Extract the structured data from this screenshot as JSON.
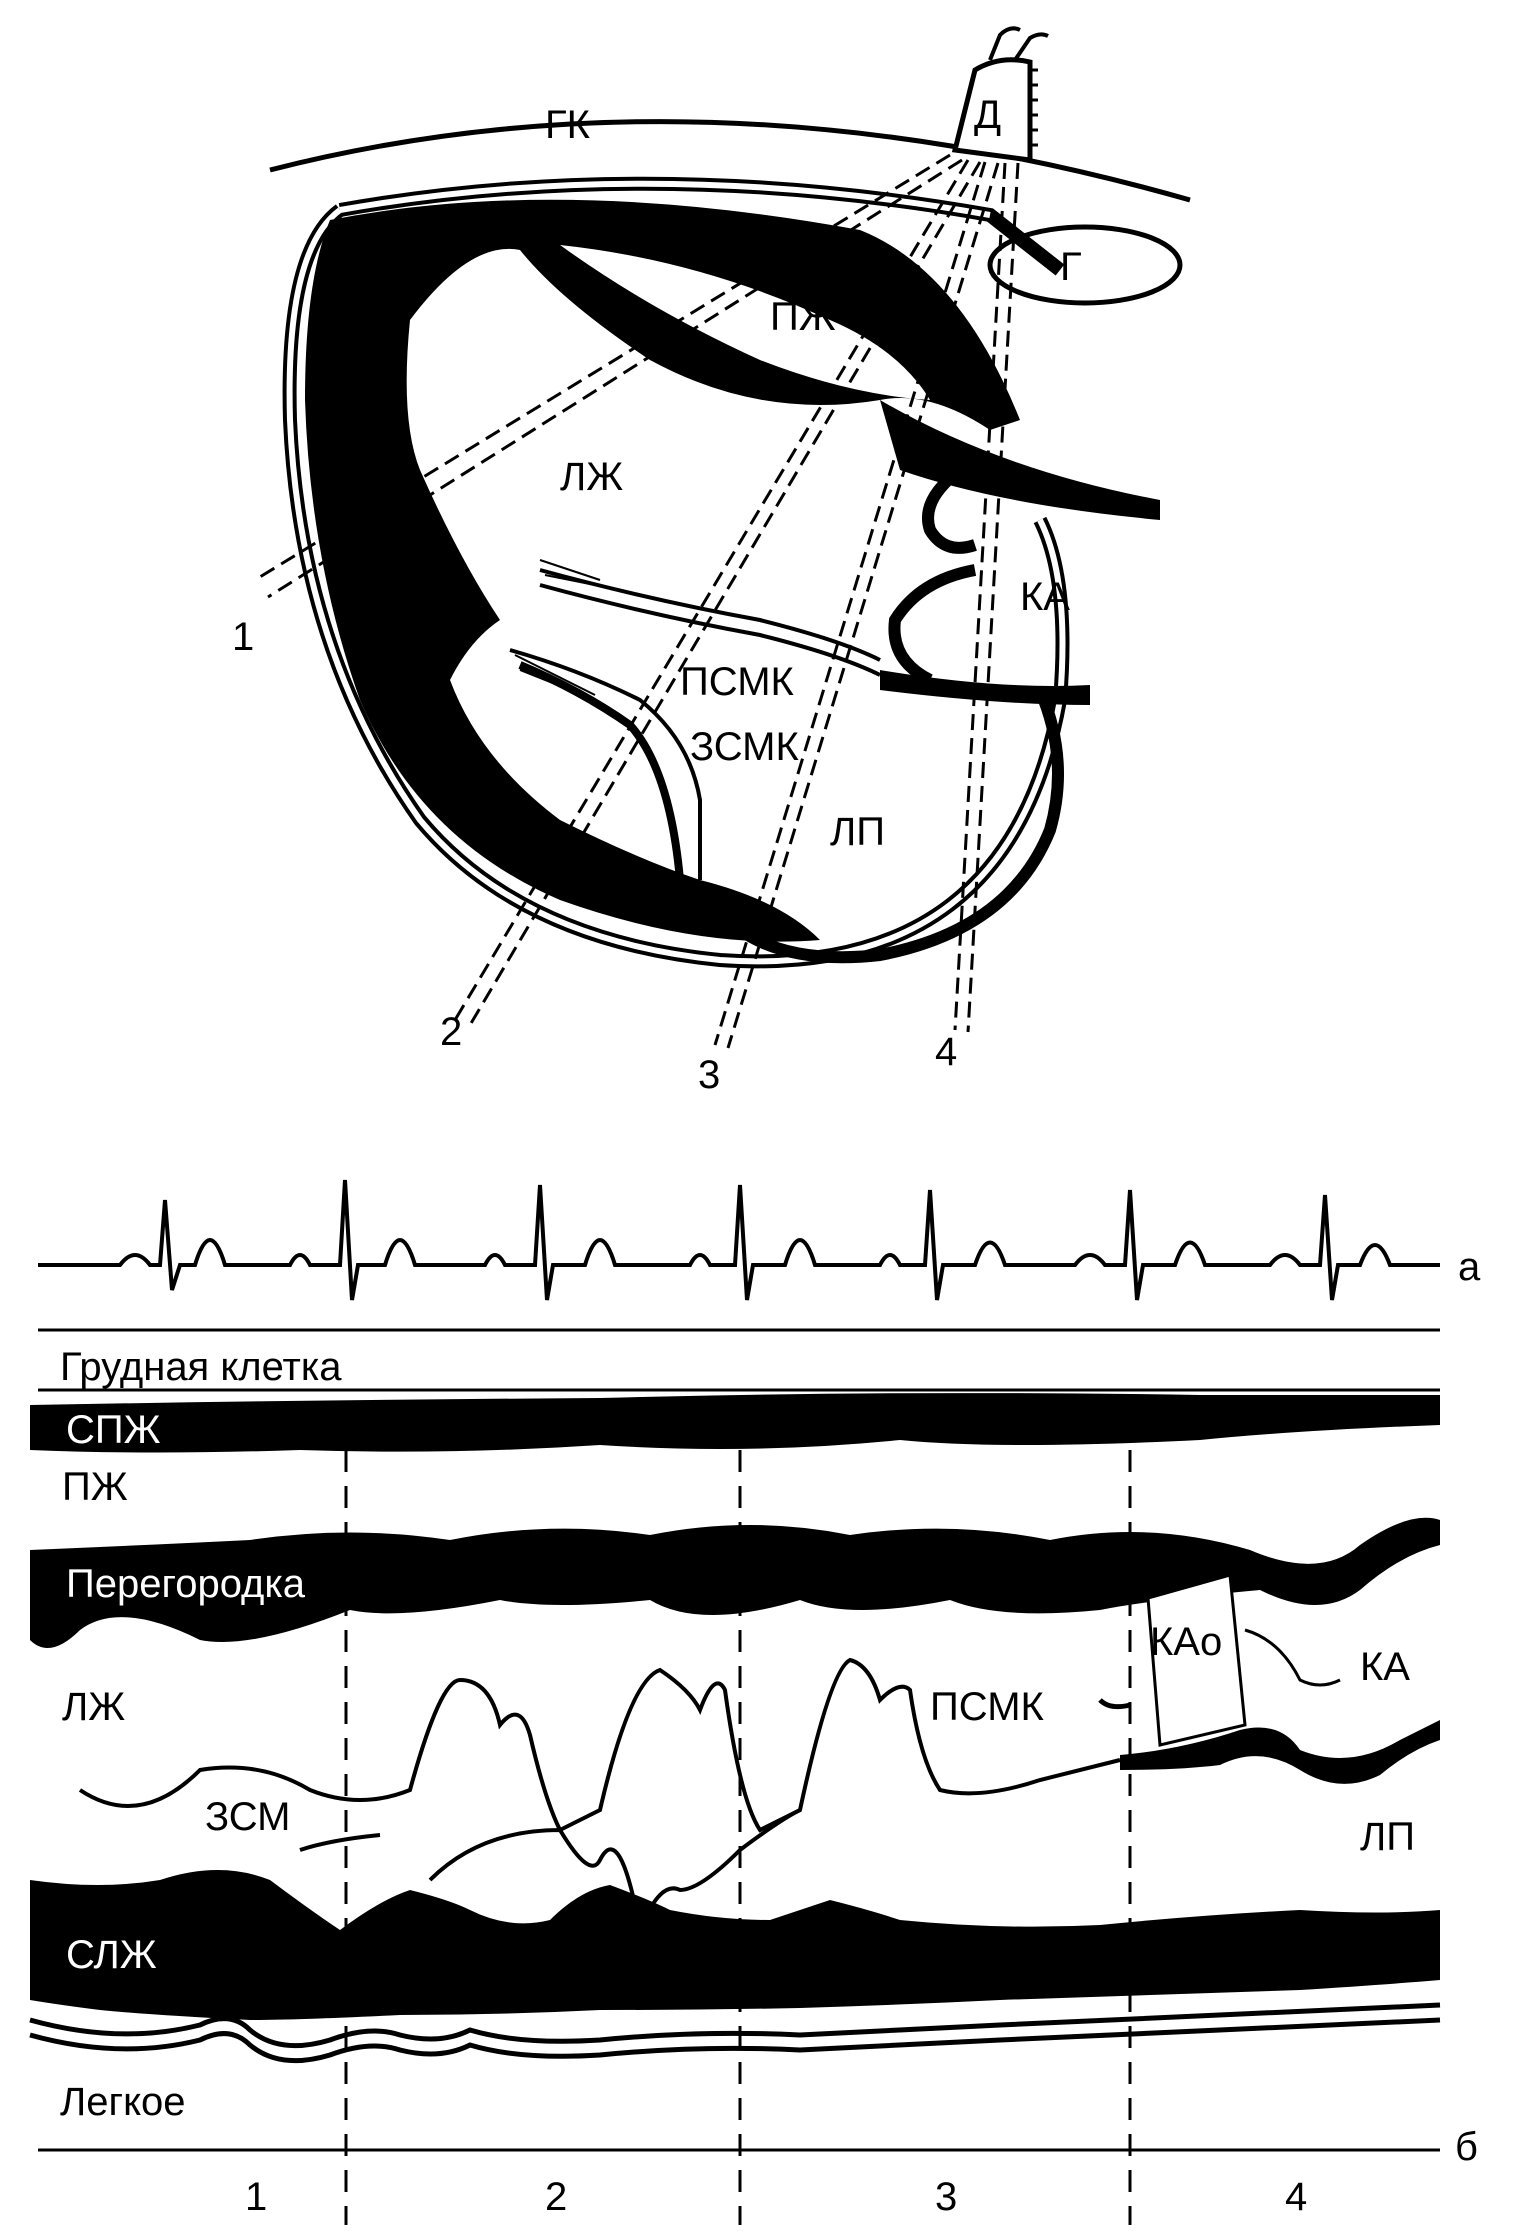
{
  "heart": {
    "labels": {
      "chest_wall": "ГК",
      "transducer": "Д",
      "liver": "Г",
      "right_ventricle": "ПЖ",
      "left_ventricle": "ЛЖ",
      "aortic_root": "КА",
      "anterior_mitral_leaflet": "ПСМК",
      "posterior_mitral_leaflet": "ЗСМК",
      "left_atrium": "ЛП"
    },
    "beam_numbers": [
      "1",
      "2",
      "3",
      "4"
    ]
  },
  "mmode": {
    "ecg_label": "а",
    "panel_label": "б",
    "chest_label": "Грудная клетка",
    "rv_wall_label": "СПЖ",
    "rv_cavity_label": "ПЖ",
    "septum_label": "Перегородка",
    "lv_cavity_label": "ЛЖ",
    "aml_label": "ПСМК",
    "aortic_valve_label": "КАо",
    "aortic_root_label": "КА",
    "pml_label": "ЗСМ",
    "la_label": "ЛП",
    "lv_wall_label": "СЛЖ",
    "lung_label": "Легкое",
    "zones": [
      "1",
      "2",
      "3",
      "4"
    ]
  }
}
